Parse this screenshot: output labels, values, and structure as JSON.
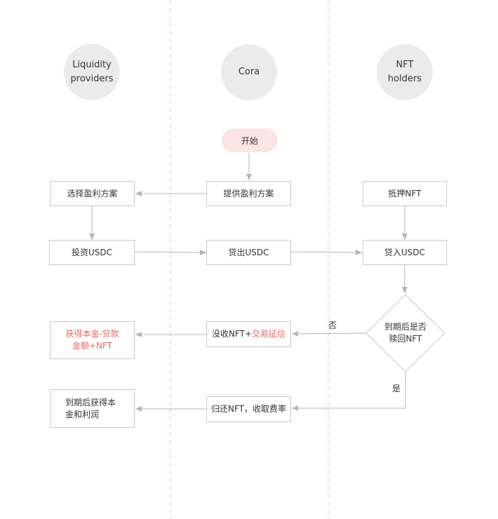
{
  "lanes": {
    "liquidity": "Liquidity\nproviders",
    "cora": "Cora",
    "holders": "NFT\nholders"
  },
  "start": "开始",
  "nodes": {
    "choose_plan": "选择盈利方案",
    "provide_plan": "提供盈利方案",
    "pledge_nft": "抵押NFT",
    "invest_usdc": "投资USDC",
    "lend_usdc": "贷出USDC",
    "borrow_usdc": "贷入USDC",
    "decision": "到期后是否\n赎回NFT",
    "confiscate": {
      "prefix": "没收NFT+",
      "highlight": "交易征信"
    },
    "get_principal": {
      "line1": "获得本金-贷款",
      "line2": "金额+NFT"
    },
    "return_nft": "归还NFT，收取费率",
    "get_principal_interest": {
      "line1": "到期后获得本",
      "line2": "金和利润"
    }
  },
  "edge_labels": {
    "no": "否",
    "yes": "是"
  },
  "colors": {
    "lane_circle": "#ebebeb",
    "start_pill": "#fbe4e4",
    "box_border": "#c9c9c9",
    "arrow": "#b5b5b5",
    "lane_divider": "#f3b8b8",
    "highlight_text": "#e8675f"
  }
}
